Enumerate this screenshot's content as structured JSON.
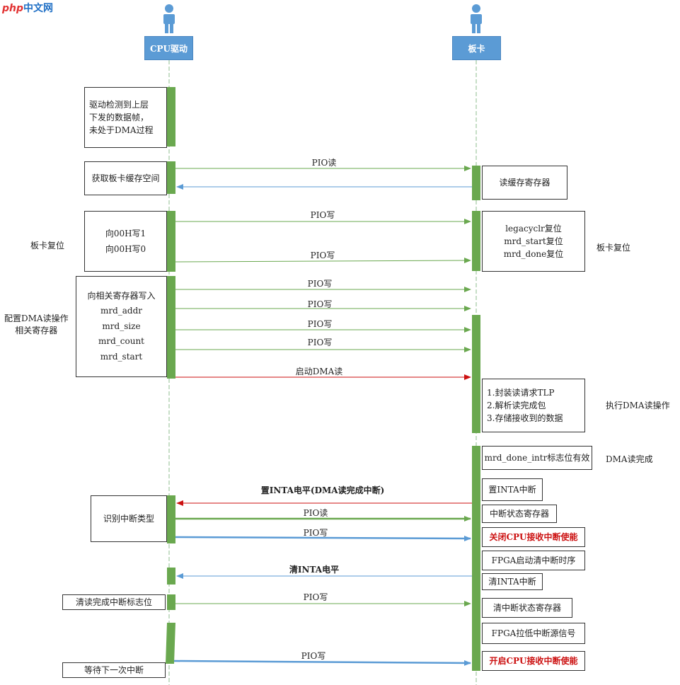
{
  "watermark": {
    "logo_a": "php",
    "logo_b": "中文网"
  },
  "actors": {
    "cpu": "CPU驱动",
    "board": "板卡"
  },
  "left_boxes": {
    "detect": [
      "驱动检测到上层",
      "下发的数据帧，",
      "未处于DMA过程"
    ],
    "get_space": "获取板卡缓存空间",
    "reset_writes": [
      "向00H写1",
      "向00H写0"
    ],
    "config_regs": [
      "向相关寄存器写入",
      "mrd_addr",
      "mrd_size",
      "mrd_count",
      "mrd_start"
    ],
    "identify_intr": "识别中断类型",
    "clear_flag": "清读完成中断标志位",
    "wait_next": "等待下一次中断"
  },
  "right_boxes": {
    "read_cache_reg": "读缓存寄存器",
    "resets": [
      "legacyclr复位",
      "mrd_start复位",
      "mrd_done复位"
    ],
    "dma_steps": [
      "1.封装读请求TLP",
      "2.解析读完成包",
      "3.存储接收到的数据"
    ],
    "done_flag": "mrd_done_intr标志位有效",
    "set_intr": "置INTA中断",
    "intr_status": "中断状态寄存器",
    "disable_intr": "关闭CPU接收中断使能",
    "fpga_clear_seq": "FPGA启动清中断时序",
    "clear_inta": "清INTA中断",
    "clear_status": "清中断状态寄存器",
    "fpga_pull_low": "FPGA拉低中断源信号",
    "enable_intr": "开启CPU接收中断使能"
  },
  "side_labels": {
    "left_reset": "板卡复位",
    "left_config": [
      "配置DMA读操作",
      "相关寄存器"
    ],
    "right_reset": "板卡复位",
    "right_exec": "执行DMA读操作",
    "right_done": "DMA读完成"
  },
  "messages": {
    "pio_read": "PIO读",
    "pio_write": "PIO写",
    "start_dma": "启动DMA读",
    "set_inta_level": "置INTA电平(DMA读完成中断)",
    "clear_inta_level": "清INTA电平"
  },
  "colors": {
    "activation": "#6aa84f",
    "actor": "#5b9bd5",
    "arrow_green": "#6aa84f",
    "arrow_blue": "#5b9bd5",
    "arrow_red": "#cc1111",
    "emphasis_text": "#cc1111"
  }
}
